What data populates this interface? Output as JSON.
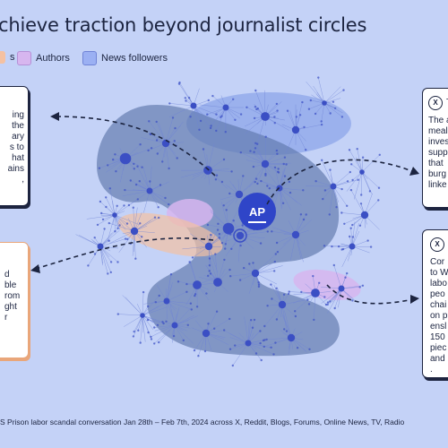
{
  "title": "chieve traction beyond journalist circles",
  "legend": [
    {
      "label": "s",
      "color": "#f4c1a2"
    },
    {
      "label": "Authors",
      "color": "#d7b6ef"
    },
    {
      "label": "News followers",
      "color": "#9bb0f3"
    }
  ],
  "center_label": "AP",
  "cards": {
    "left_top": {
      "lines": [
        "ing",
        "the",
        "ary",
        "s to",
        "hat",
        "ains",
        ","
      ]
    },
    "left_bottom": {
      "lines": [
        "",
        "d",
        "ble",
        "",
        "rom",
        "ght",
        "r"
      ]
    },
    "right_top": {
      "icon": "x-icon",
      "header": "T",
      "lines": [
        "The a",
        "meal",
        "inves",
        "supp",
        "that",
        "burg",
        "linke"
      ]
    },
    "right_bottom": {
      "icon": "x-icon",
      "lines": [
        "Cor",
        "to W",
        "labo",
        "peo",
        "chai",
        "on p",
        "ensl",
        "150",
        "piec",
        "and",
        "."
      ]
    }
  },
  "footer": "S Prison labor scandal conversation Jan 28th – Feb 7th, 2024 across X, Reddit, Blogs, Forums, Online News, TV, Radio",
  "colors": {
    "background": "#c4d2f7",
    "cluster_dark": "#5d76ab",
    "cluster_light": "#8ea6ea",
    "node": "#3b4fc4",
    "edge": "#6f83d6",
    "orange": "#f4c1a2",
    "purple": "#d7b6ef"
  }
}
